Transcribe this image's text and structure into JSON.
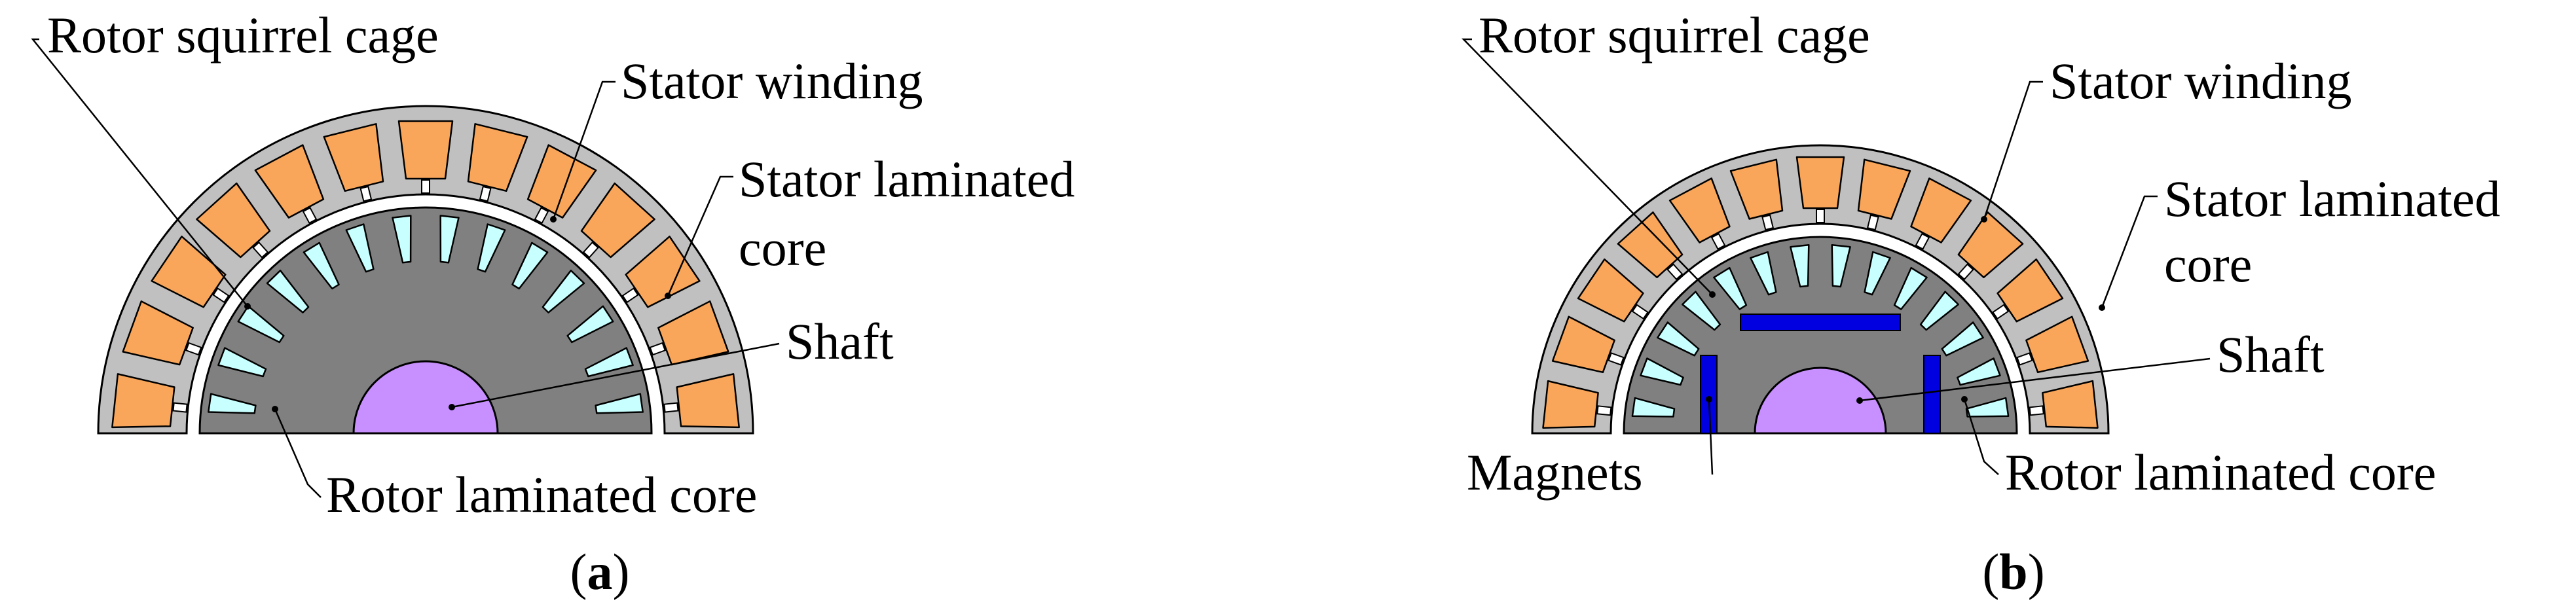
{
  "panels": [
    {
      "id": "a",
      "caption": {
        "open": "(",
        "letter": "a",
        "close": ")"
      },
      "labels": {
        "rotor_cage": "Rotor squirrel cage",
        "stator_winding": "Stator winding",
        "stator_core_1": "Stator laminated",
        "stator_core_2": "core",
        "shaft": "Shaft",
        "rotor_core": "Rotor laminated core"
      }
    },
    {
      "id": "b",
      "caption": {
        "open": "(",
        "letter": "b",
        "close": ")"
      },
      "labels": {
        "rotor_cage": "Rotor squirrel cage",
        "stator_winding": "Stator winding",
        "stator_core_1": "Stator laminated",
        "stator_core_2": "core",
        "shaft": "Shaft",
        "magnets": "Magnets",
        "rotor_core": "Rotor laminated core"
      }
    }
  ],
  "colors": {
    "stator_core": "#c0c0c0",
    "rotor_core": "#808080",
    "stator_winding": "#f9a65a",
    "rotor_cage": "#c8ffff",
    "shaft": "#c890ff",
    "magnets": "#0000e0",
    "outline": "#000000"
  }
}
